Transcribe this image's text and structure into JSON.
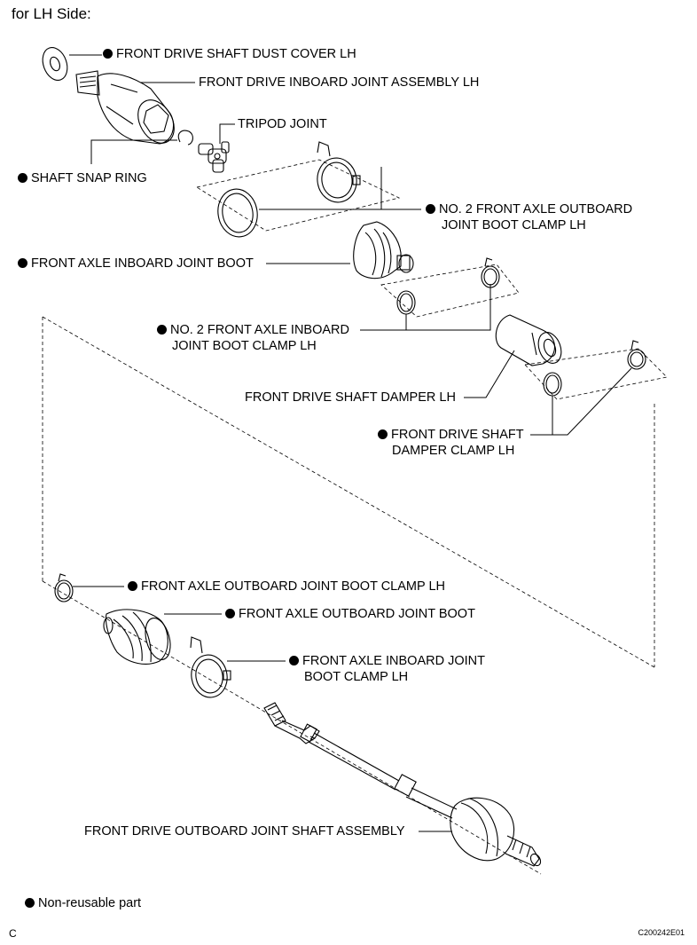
{
  "title": "for LH Side:",
  "labels": {
    "dust_cover": "FRONT DRIVE SHAFT DUST COVER LH",
    "inboard_joint_assy": "FRONT DRIVE INBOARD JOINT ASSEMBLY LH",
    "tripod_joint": "TRIPOD JOINT",
    "snap_ring": "SHAFT SNAP RING",
    "no2_outboard_clamp_1": "NO. 2 FRONT AXLE OUTBOARD",
    "no2_outboard_clamp_2": "JOINT BOOT CLAMP LH",
    "inboard_boot": "FRONT AXLE INBOARD JOINT BOOT",
    "no2_inboard_clamp_1": "NO. 2 FRONT AXLE INBOARD",
    "no2_inboard_clamp_2": "JOINT BOOT CLAMP LH",
    "damper": "FRONT DRIVE SHAFT DAMPER LH",
    "damper_clamp_1": "FRONT DRIVE SHAFT",
    "damper_clamp_2": "DAMPER CLAMP LH",
    "outboard_boot_clamp": "FRONT AXLE OUTBOARD JOINT BOOT CLAMP LH",
    "outboard_boot": "FRONT AXLE OUTBOARD JOINT BOOT",
    "inboard_boot_clamp_1": "FRONT AXLE INBOARD JOINT",
    "inboard_boot_clamp_2": "BOOT CLAMP LH",
    "outboard_shaft_assy": "FRONT DRIVE OUTBOARD JOINT SHAFT ASSEMBLY"
  },
  "legend": "Non-reusable part",
  "footer_left": "C",
  "footer_right": "C200242E01"
}
